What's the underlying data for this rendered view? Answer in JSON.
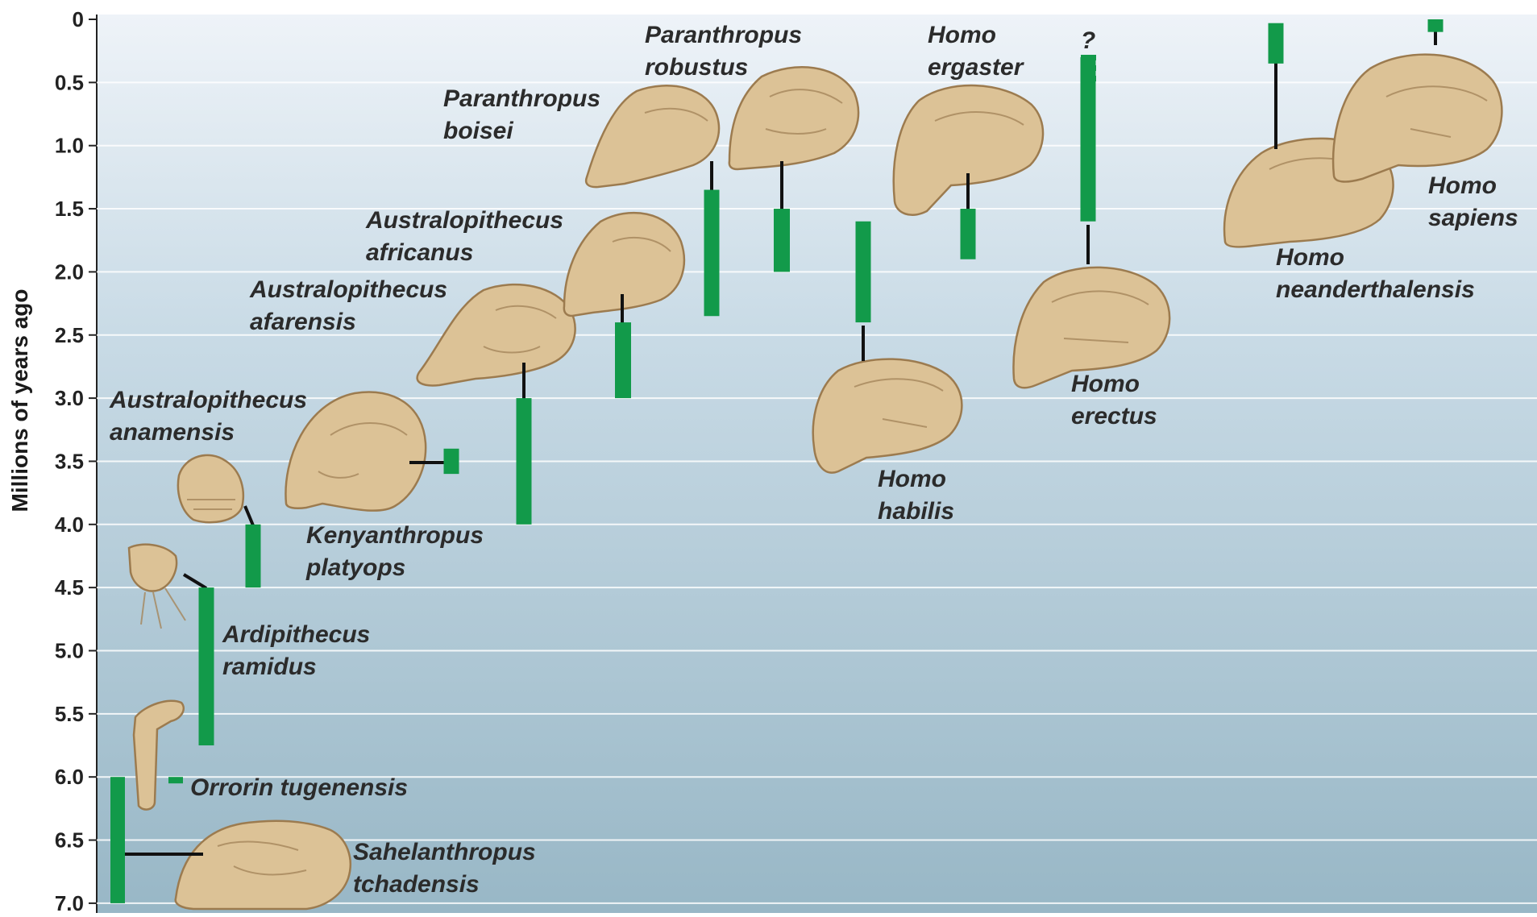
{
  "chart_data": {
    "type": "range",
    "ylabel": "Millions of years ago",
    "ylim": [
      0,
      7.0
    ],
    "yticks": [
      "0",
      "0.5",
      "1.0",
      "1.5",
      "2.0",
      "2.5",
      "3.0",
      "3.5",
      "4.0",
      "4.5",
      "5.0",
      "5.5",
      "6.0",
      "6.5",
      "7.0"
    ],
    "series": [
      {
        "name": "Sahelanthropus tchadensis",
        "label_lines": [
          "Sahelanthropus",
          "tchadensis"
        ],
        "start": 6.0,
        "end": 7.0
      },
      {
        "name": "Orrorin tugenensis",
        "label_lines": [
          "Orrorin tugenensis"
        ],
        "start": 6.0,
        "end": 6.05
      },
      {
        "name": "Ardipithecus ramidus",
        "label_lines": [
          "Ardipithecus",
          "ramidus"
        ],
        "start": 4.5,
        "end": 5.75
      },
      {
        "name": "Australopithecus anamensis",
        "label_lines": [
          "Australopithecus",
          "anamensis"
        ],
        "start": 4.0,
        "end": 4.5
      },
      {
        "name": "Kenyanthropus platyops",
        "label_lines": [
          "Kenyanthropus",
          "platyops"
        ],
        "start": 3.4,
        "end": 3.6
      },
      {
        "name": "Australopithecus afarensis",
        "label_lines": [
          "Australopithecus",
          "afarensis"
        ],
        "start": 3.0,
        "end": 4.0
      },
      {
        "name": "Australopithecus africanus",
        "label_lines": [
          "Australopithecus",
          "africanus"
        ],
        "start": 2.4,
        "end": 3.0
      },
      {
        "name": "Paranthropus boisei",
        "label_lines": [
          "Paranthropus",
          "boisei"
        ],
        "start": 1.35,
        "end": 2.35
      },
      {
        "name": "Paranthropus robustus",
        "label_lines": [
          "Paranthropus",
          "robustus"
        ],
        "start": 1.5,
        "end": 2.0
      },
      {
        "name": "Homo habilis",
        "label_lines": [
          "Homo",
          "habilis"
        ],
        "start": 1.6,
        "end": 2.4
      },
      {
        "name": "Homo ergaster",
        "label_lines": [
          "Homo",
          "ergaster"
        ],
        "start": 1.5,
        "end": 1.9
      },
      {
        "name": "Homo erectus",
        "label_lines": [
          "Homo",
          "erectus"
        ],
        "start": 0.3,
        "end": 1.6,
        "uncertain_marker": "?"
      },
      {
        "name": "Homo neanderthalensis",
        "label_lines": [
          "Homo",
          "neanderthalensis"
        ],
        "start": 0.03,
        "end": 0.35
      },
      {
        "name": "Homo sapiens",
        "label_lines": [
          "Homo",
          "sapiens"
        ],
        "start": 0.0,
        "end": 0.1
      }
    ]
  },
  "colors": {
    "range_bar": "#129a4a",
    "background_top": "#eef3f8",
    "background_bottom": "#98b7c6",
    "skull": "#dcc296"
  }
}
